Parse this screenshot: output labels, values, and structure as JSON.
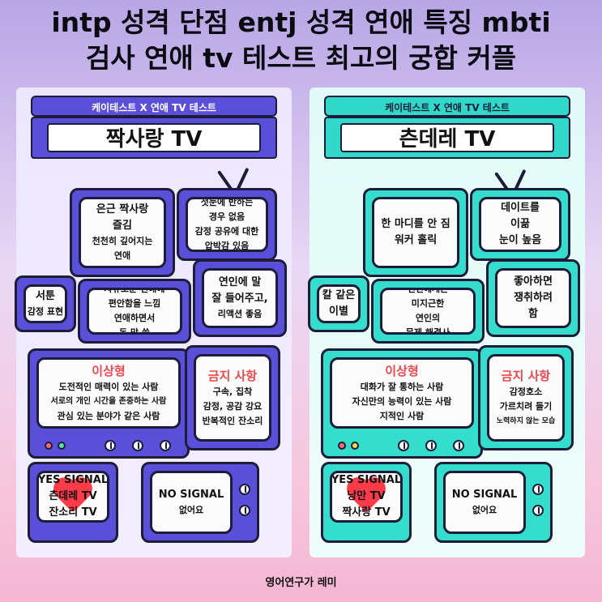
{
  "headline": {
    "line1": "intp 성격 단점 entj 성격 연애 특징 mbti",
    "line2": "검사 연애 tv 테스트 최고의 궁합 커플"
  },
  "left": {
    "topbar": "케이테스트 X 연애 TV 테스트",
    "title": "짝사랑 TV",
    "tv1": [
      "은근 짝사랑",
      "즐김",
      "천천히 깊어지는",
      "연애"
    ],
    "tv2": [
      "첫눈에 반하는",
      "경우 없음",
      "감정 공유에 대한",
      "압박감 있음"
    ],
    "tv3": [
      "서툰",
      "감정 표현"
    ],
    "tv4": [
      "자유로운 연애에",
      "편안함을 느낌",
      "연애하면서",
      "돈 막 씀"
    ],
    "tv5": [
      "연인에 말",
      "잘 들어주고,",
      "리액션 좋음"
    ],
    "ideal_head": "이상형",
    "ideal": [
      "도전적인 매력이 있는 사람",
      "서로의 개인 시간을 존중하는 사람",
      "관심 있는 분야가 같은 사람"
    ],
    "ban_head": "금지 사항",
    "ban": [
      "구속, 집착",
      "감정, 공감 강요",
      "반복적인 잔소리"
    ],
    "yes_head": "YES SIGNAL",
    "yes": [
      "츤데레 TV",
      "잔소리 TV"
    ],
    "no_head": "NO SIGNAL",
    "no": [
      "없어요"
    ]
  },
  "right": {
    "topbar": "케이테스트 X 연애 TV 테스트",
    "title": "츤데레 TV",
    "tv1": [
      "한 마디를 안 짐",
      "워커 홀릭"
    ],
    "tv2": [
      "데이트를",
      "이끎",
      "눈이 높음"
    ],
    "tv3": [
      "칼 같은",
      "이별"
    ],
    "tv4": [
      "연인에게는",
      "미지근한",
      "연인의",
      "문제 해결사"
    ],
    "tv5": [
      "좋아하면",
      "쟁취하려",
      "함"
    ],
    "ideal_head": "이상형",
    "ideal": [
      "대화가 잘 통하는 사람",
      "자신만의 능력이 있는 사람",
      "지적인 사람"
    ],
    "ban_head": "금지 사항",
    "ban": [
      "감정호소",
      "가르치려 들기",
      "노력하지 않는 모습"
    ],
    "yes_head": "YES SIGNAL",
    "yes": [
      "낭만 TV",
      "짝사랑 TV"
    ],
    "no_head": "NO SIGNAL",
    "no": [
      "없어요"
    ]
  },
  "footer": "영어연구가 레미"
}
